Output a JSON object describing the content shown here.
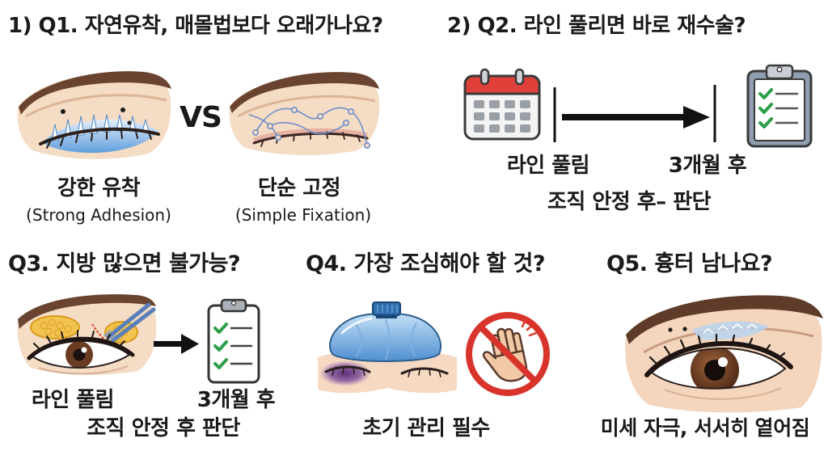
{
  "q1": {
    "heading": "1) Q1. 자연유착, 매몰법보다 오래가나요?",
    "vs": "VS",
    "left": {
      "label": "강한 유착",
      "sub": "(Strong Adhesion)"
    },
    "right": {
      "label": "단순 고정",
      "sub": "(Simple Fixation)"
    }
  },
  "q2": {
    "heading": "2) Q2. 라인 풀리면 바로 재수술?",
    "start_label": "라인 풀림",
    "end_label": "3개월 후",
    "caption": "조직 안정 후– 판단"
  },
  "q3": {
    "heading": "Q3. 지방 많으면 불가능?",
    "start_label": "라인 풀림",
    "end_label": "3개월 후",
    "caption": "조직 안정 후 판단"
  },
  "q4": {
    "heading": "Q4. 가장 조심해야 할 것?",
    "caption": "초기 관리 필수"
  },
  "q5": {
    "heading": "Q5. 흉터 남나요?",
    "caption": "미세 자극, 서서히 옅어짐"
  },
  "icons": {
    "q1_left": "eye-strong-adhesion-icon",
    "q1_right": "eye-simple-fixation-icon",
    "q2_start": "calendar-icon",
    "q2_timeline": "arrow-right-icon",
    "q2_end": "clipboard-checklist-icon",
    "q3_start": "eye-fat-removal-icon",
    "q3_arrow": "arrow-right-icon",
    "q3_end": "clipboard-checklist-icon",
    "q4_left": "ice-pack-icon",
    "q4_right": "no-touching-icon",
    "q5": "eye-faded-scar-icon"
  },
  "colors": {
    "text": "#1a1a1a",
    "skin": "#f5dcc4",
    "brow_fold": "#6a4430",
    "adhesion_blue": "#5f9edc",
    "calendar_red": "#e0403a",
    "check_green": "#2e9e4a",
    "ice_pack_blue": "#4f8fd0",
    "prohibit_red": "#d9342b",
    "bruise_purple": "#7b4f9a",
    "fat_yellow": "#f2c34e"
  }
}
